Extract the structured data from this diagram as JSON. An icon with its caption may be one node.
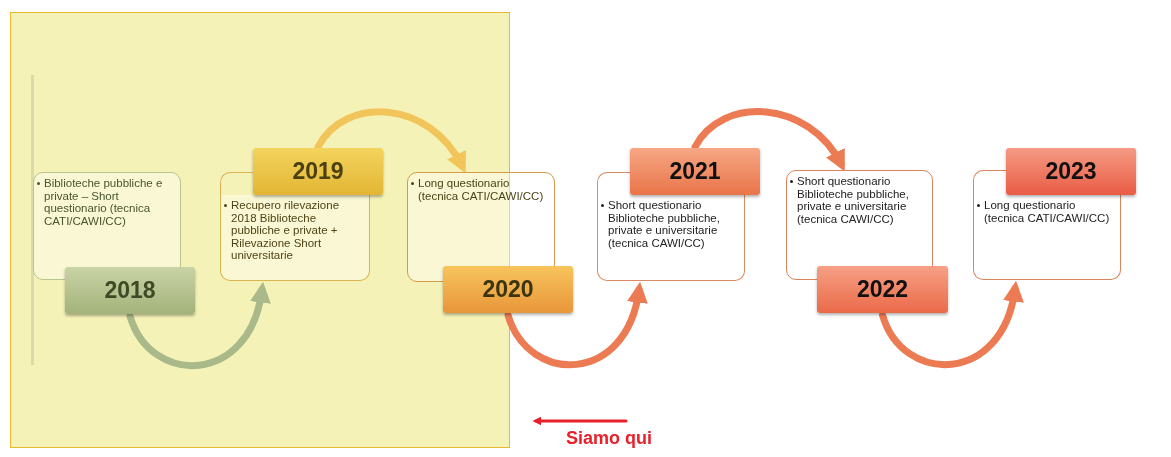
{
  "diagram": {
    "nodes": [
      {
        "text": [
          "2018"
        ]
      },
      {
        "text": [
          "Biblioteche pubbliche e private – Short questionario (tecnica CATI/CAWI/CC)"
        ]
      },
      {
        "text": [
          "2019"
        ]
      },
      {
        "text": [
          "Recupero rilevazione 2018 Biblioteche pubbliche e private + Rilevazione Short universitarie"
        ]
      },
      {
        "text": [
          "2020"
        ]
      },
      {
        "text": [
          "Long questionario (tecnica CATI/CAWI/CC)"
        ]
      },
      {
        "text": [
          "2021"
        ]
      },
      {
        "text": [
          "Short questionario Biblioteche pubbliche, private e universitarie (tecnica CAWI/CC)"
        ]
      },
      {
        "text": [
          "2022"
        ]
      },
      {
        "text": [
          "Short questionario Biblioteche pubbliche, private e universitarie (tecnica CAWI/CC)"
        ]
      },
      {
        "text": [
          "2023"
        ]
      },
      {
        "text": [
          "Long questionario (tecnica CATI/CAWI/CC)"
        ]
      },
      {
        "text": [
          "Siamo qui"
        ]
      }
    ],
    "edges": [
      {
        "from": 0,
        "to": 3,
        "arrow": "to",
        "color": "#a9b98a"
      },
      {
        "from": 2,
        "to": 5,
        "arrow": "to",
        "color": "#f2c55a"
      },
      {
        "from": 4,
        "to": 7,
        "arrow": "to"
      },
      {
        "from": 6,
        "to": 9,
        "arrow": "to"
      },
      {
        "from": 8,
        "to": 11,
        "arrow": "to"
      },
      {
        "from": 12,
        "to": null,
        "arrow": "to",
        "color": "#e8202a"
      }
    ]
  }
}
